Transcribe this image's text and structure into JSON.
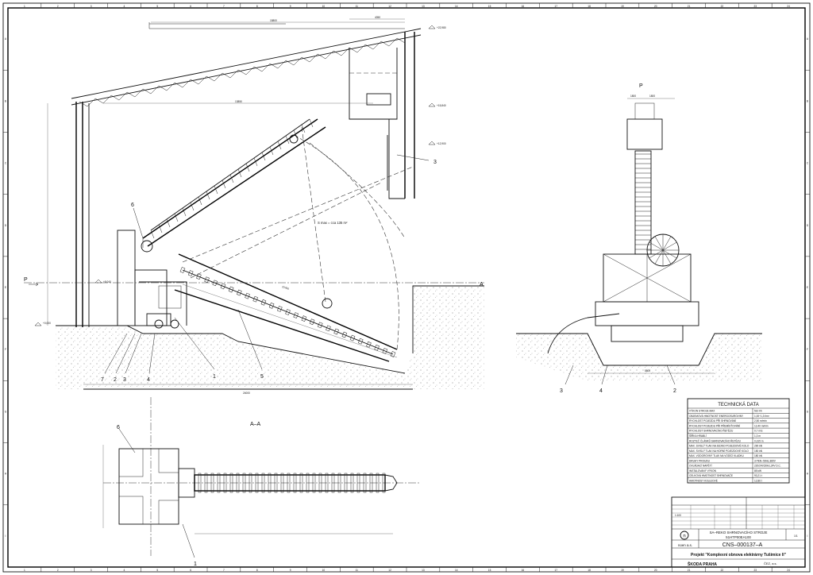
{
  "frame": {
    "cols": [
      "1",
      "2",
      "3",
      "4",
      "5",
      "6",
      "7",
      "8",
      "9",
      "10",
      "11",
      "12",
      "13",
      "14",
      "15",
      "16",
      "17",
      "18",
      "19",
      "20",
      "21",
      "22",
      "23",
      "24"
    ],
    "rows": [
      "A",
      "B",
      "C",
      "D",
      "E",
      "F",
      "G",
      "H",
      "I"
    ]
  },
  "side_view": {
    "dims": {
      "top_span": "15800",
      "top_right": "4050",
      "mid_span": "13850",
      "bottom_span": "24000",
      "chain_len": "23700"
    },
    "levels": [
      {
        "label": "+22,980"
      },
      {
        "label": "+15,840"
      },
      {
        "label": "+12,900"
      },
      {
        "label": "+8,040"
      },
      {
        "label": "+0,000"
      }
    ],
    "area_note": "S max = cca 135 m²",
    "callouts": [
      "6",
      "1",
      "2",
      "3",
      "4",
      "5",
      "7",
      "3"
    ],
    "section_marks": {
      "left": "P",
      "right": "A"
    }
  },
  "front_view": {
    "view_label": "P",
    "callouts": [
      "3",
      "4",
      "2"
    ],
    "dims": {
      "top1": "1800",
      "top2": "1800",
      "bottom": "5800"
    }
  },
  "plan_view": {
    "view_label": "A–A",
    "callouts": [
      "6",
      "1"
    ]
  },
  "tech_data": {
    "title": "TECHNICKÁ DATA",
    "rows": [
      {
        "label": "VÝKON STROJE MAX",
        "value": "510 t/h"
      },
      {
        "label": "OBJEMOVÁ HMOTNOST ENERGOSUROVINY",
        "value": "1,00÷1,3 t/m³"
      },
      {
        "label": "RYCHLOST POJEZDU PŘI SHRNOVÁNÍ",
        "value": "2,50 m/min"
      },
      {
        "label": "RYCHLOST POJEZDU PŘI PŘEMÍSŤOVÁNÍ",
        "value": "12,40 m/min"
      },
      {
        "label": "RYCHLOST SHRNOVACÍHO ŘETĚZU",
        "value": "0,7 m/s"
      },
      {
        "label": "ŠÍŘKA HRABLÍ",
        "value": "1,3 m"
      },
      {
        "label": "ROZTEČ ČLÁNKŮ SHRNOVACÍHO ŘETĚZU",
        "value": "0,315 m"
      },
      {
        "label": "MAX. SVISLÝ TLAK NA JEDNO POJEZDOVÉ KOLO",
        "value": "290 kN"
      },
      {
        "label": "MAX. SVISLÝ TLAK NA HORNÍ POJEZDOVÉ KOLO",
        "value": "150 kN"
      },
      {
        "label": "MAX. VODOROVNÝ TLAK NA VODÍCÍ KLADKU",
        "value": "180 kN"
      },
      {
        "label": "DRUHY PROUDU",
        "value": "3 PEN~50Hz,380V"
      },
      {
        "label": "OVLÁDACÍ NAPĚTÍ",
        "value": "220/24V,50Hz,24V D.C."
      },
      {
        "label": "INSTALOVANÝ VÝKON",
        "value": "85 kW"
      },
      {
        "label": "CELKOVÁ HMOTNOST SHRNOVAČE",
        "value": "93,21 t"
      },
      {
        "label": "HMOTNOST KOLEJOVÉ",
        "value": "12,86 t"
      }
    ]
  },
  "title_block": {
    "drawing_name_line1": "SA–REKO SHRNOVACÍHO STROJE",
    "drawing_name_line2": "51HTP00EA100",
    "drawing_no": "CNS–000137–A",
    "company": "noen a.s.",
    "project": "Projekt \"Komplexní obnova elektrárny Tušimice II\"",
    "contractor": "ŠKODA PRAHA",
    "client": "ČEZ, a.s.",
    "sheet": "1/1",
    "scale": "1:100"
  }
}
